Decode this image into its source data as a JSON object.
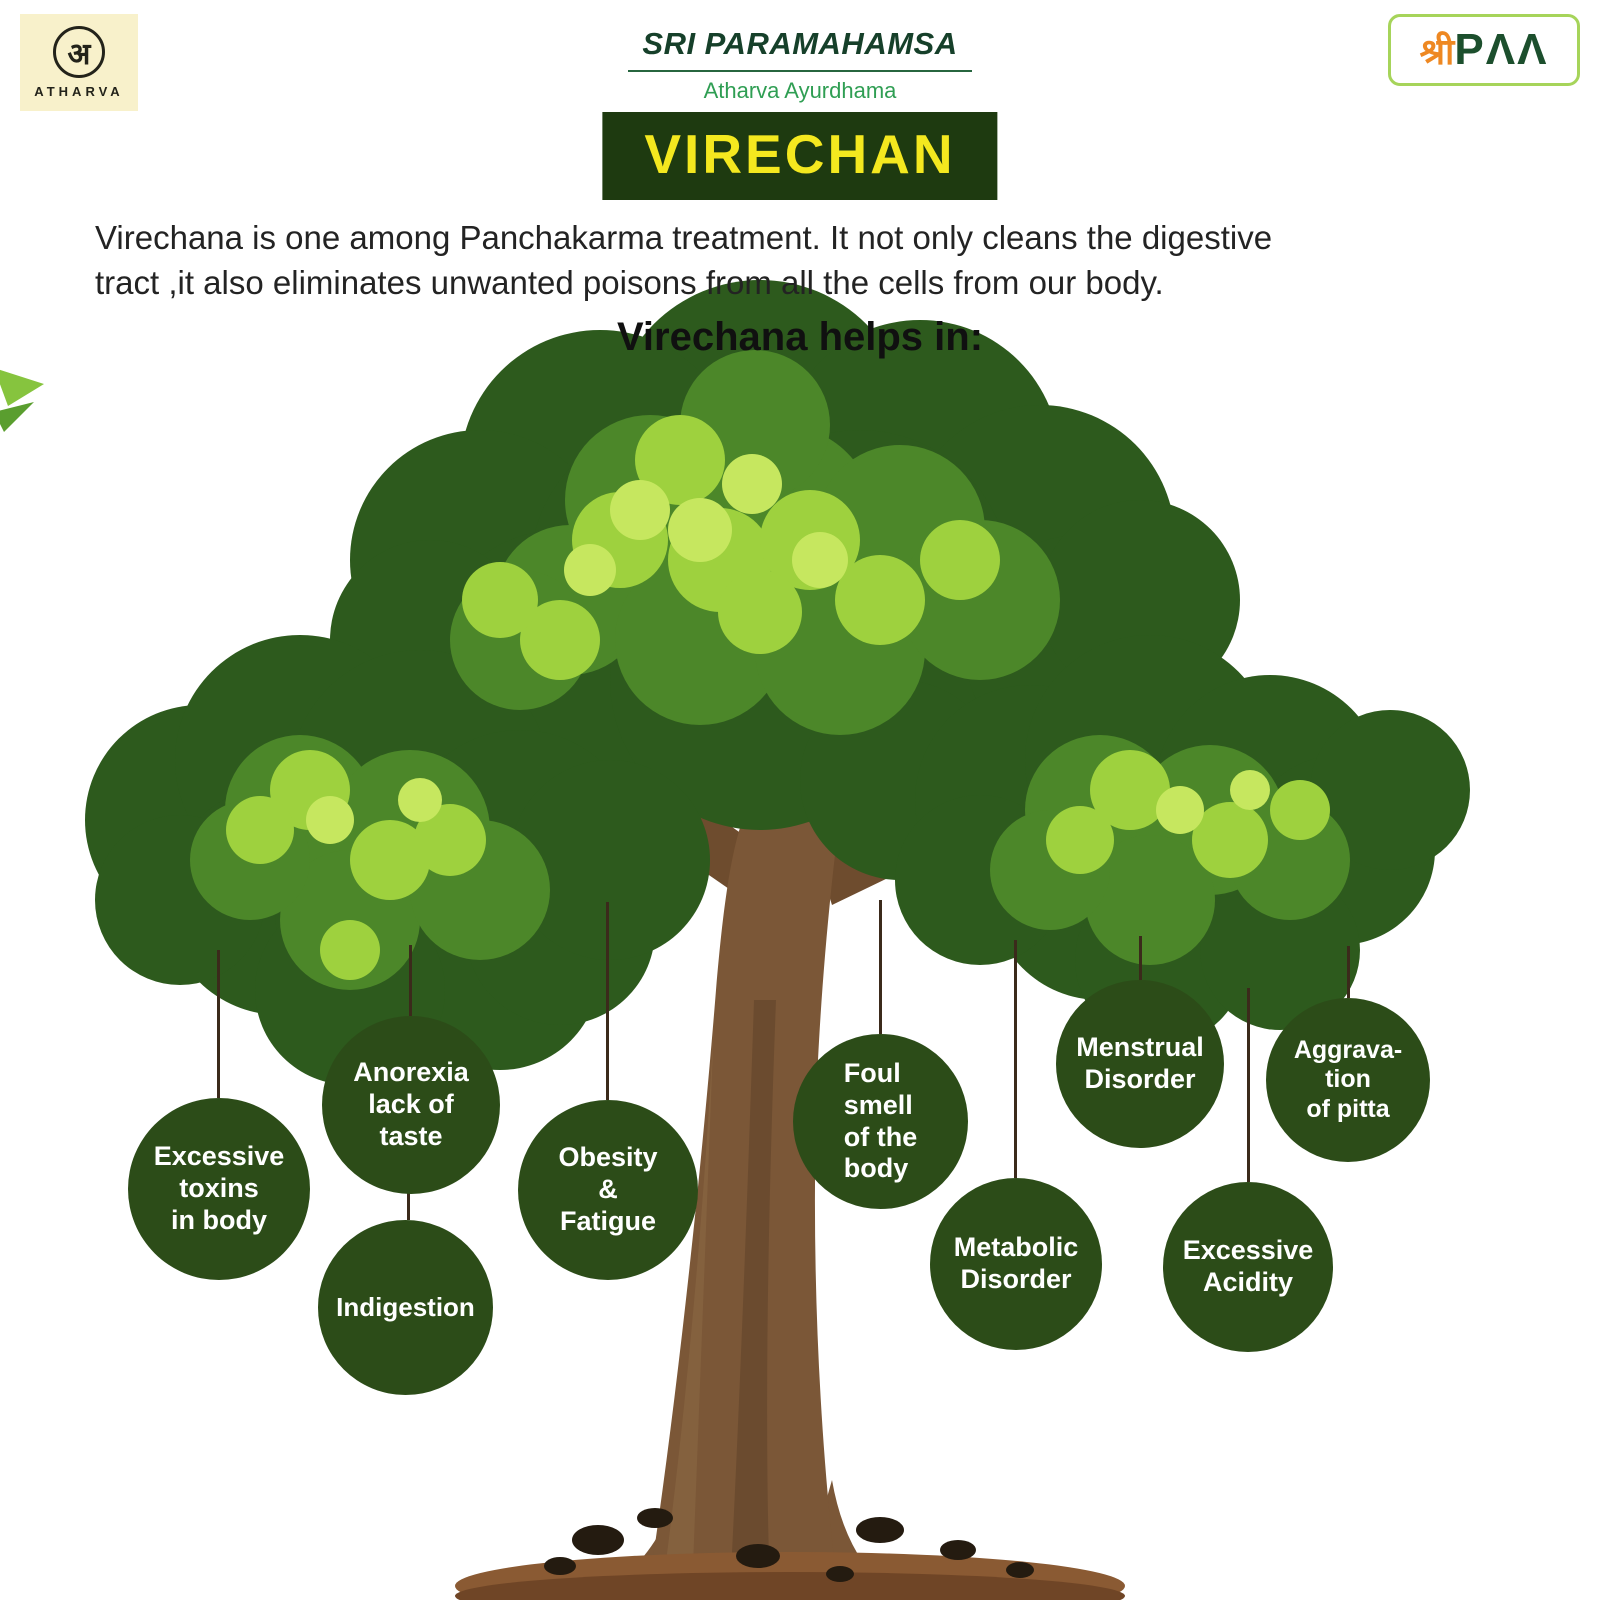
{
  "poster": {
    "header": {
      "atharva_logo": {
        "glyph": "अ",
        "label": "ATHARVA"
      },
      "brand_title": "SRI PARAMAHAMSA",
      "brand_subtitle": "Atharva Ayurdhama",
      "paa_logo": {
        "prefix": "श्री",
        "text": "PΛΛ"
      }
    },
    "banner_title": "VIRECHAN",
    "intro_line1": "Virechana is one among Panchakarma treatment. It not only cleans the digestive",
    "intro_line2": "tract ,it also eliminates unwanted poisons from all the cells from our body.",
    "helps_in_heading": "Virechana helps in:"
  },
  "benefits": [
    {
      "label": "Excessive\ntoxins\nin body"
    },
    {
      "label": "Anorexia\nlack of\ntaste"
    },
    {
      "label": "Indigestion"
    },
    {
      "label": "Obesity\n&\nFatigue"
    },
    {
      "label": "Foul\nsmell\nof the\nbody"
    },
    {
      "label": "Metabolic\nDisorder"
    },
    {
      "label": "Menstrual\nDisorder"
    },
    {
      "label": "Excessive\nAcidity"
    },
    {
      "label": "Aggrava-\ntion\nof pitta"
    }
  ],
  "colors": {
    "banner_bg": "#1e3a10",
    "banner_text": "#f4e81f",
    "bubble_bg": "#2c4c18",
    "bubble_text": "#ffffff",
    "brand_green_dark": "#16402a",
    "brand_green": "#2f9e53",
    "paa_orange": "#ee8822",
    "paa_green": "#1c4f2d",
    "atharva_bg": "#f8f1cb",
    "foliage_dark": "#2d5a1d",
    "foliage_mid": "#4c8729",
    "foliage_light": "#9ed13e",
    "foliage_bright": "#c6e75f",
    "trunk_brown": "#7b5737",
    "ground_brown": "#8a5a33"
  }
}
